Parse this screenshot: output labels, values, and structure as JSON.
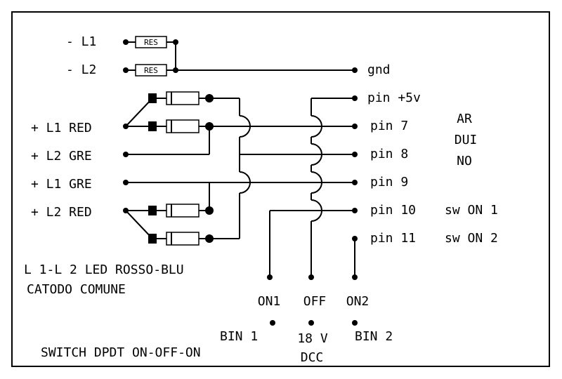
{
  "inputs": {
    "l1_minus": "- L1",
    "l2_minus": "- L2",
    "l1_red": "+ L1 RED",
    "l2_gre": "+ L2 GRE",
    "l1_gre": "+ L1 GRE",
    "l2_red": "+ L2 RED"
  },
  "resistor_label": "RES",
  "pins": {
    "gnd": "gnd",
    "p5v": "pin +5v",
    "p7": "pin 7",
    "p8": "pin 8",
    "p9": "pin 9",
    "p10": "pin 10",
    "p11": "pin 11"
  },
  "switch_labels": {
    "sw1": "sw ON 1",
    "sw2": "sw ON 2"
  },
  "board": [
    "AR",
    "DUI",
    "NO"
  ],
  "notes": {
    "led_type": "L 1-L 2 LED ROSSO-BLU",
    "common": "CATODO COMUNE",
    "switch_type": "SWITCH DPDT ON-OFF-ON"
  },
  "switch_positions": {
    "on1": "ON1",
    "off": "OFF",
    "on2": "ON2"
  },
  "bins": {
    "bin1": "BIN 1",
    "dcc_v": "18 V",
    "dcc": "DCC",
    "bin2": "BIN 2"
  }
}
